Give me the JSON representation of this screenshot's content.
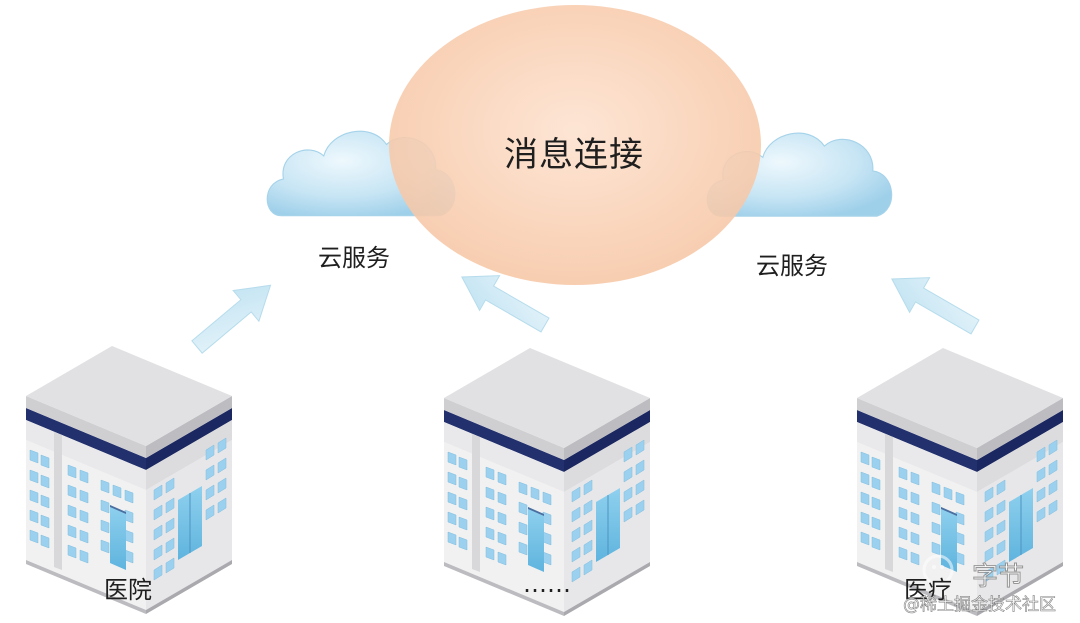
{
  "diagram": {
    "center_label": "消息连接",
    "cloud_left_label": "云服务",
    "cloud_right_label": "云服务",
    "building_left_label": "医院",
    "building_middle_label": "……",
    "building_right_label": "医疗"
  },
  "watermark": {
    "top_line": "字节",
    "bottom_line": "@稀土掘金技术社区"
  },
  "colors": {
    "ellipse": "#f7c9a8",
    "cloud": "#b4dbef",
    "arrow": "#cfe9f4",
    "building_top": "#dedede",
    "building_band": "#1f2f73",
    "window": "#9fd2ee"
  }
}
